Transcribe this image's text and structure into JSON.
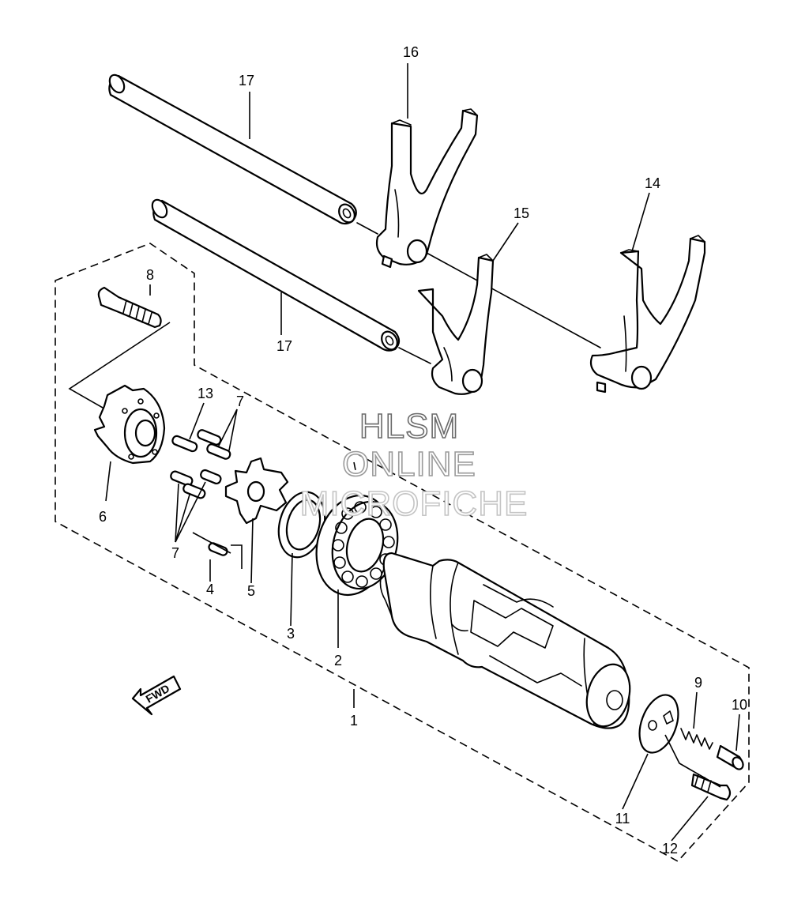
{
  "callouts": {
    "c1": "1",
    "c2": "2",
    "c3": "3",
    "c4": "4",
    "c5": "5",
    "c6": "6",
    "c7a": "7",
    "c7b": "7",
    "c8": "8",
    "c9": "9",
    "c10": "10",
    "c11": "11",
    "c12": "12",
    "c13": "13",
    "c14": "14",
    "c15": "15",
    "c16": "16",
    "c17a": "17",
    "c17b": "17"
  },
  "watermark": {
    "line1": "HLSM",
    "line2": "ONLINE",
    "line3": "MICROFICHE"
  },
  "fwd_label": "FWD",
  "colors": {
    "ink": "#000000",
    "background": "#ffffff",
    "watermark_outline": "#9a9a9a"
  }
}
